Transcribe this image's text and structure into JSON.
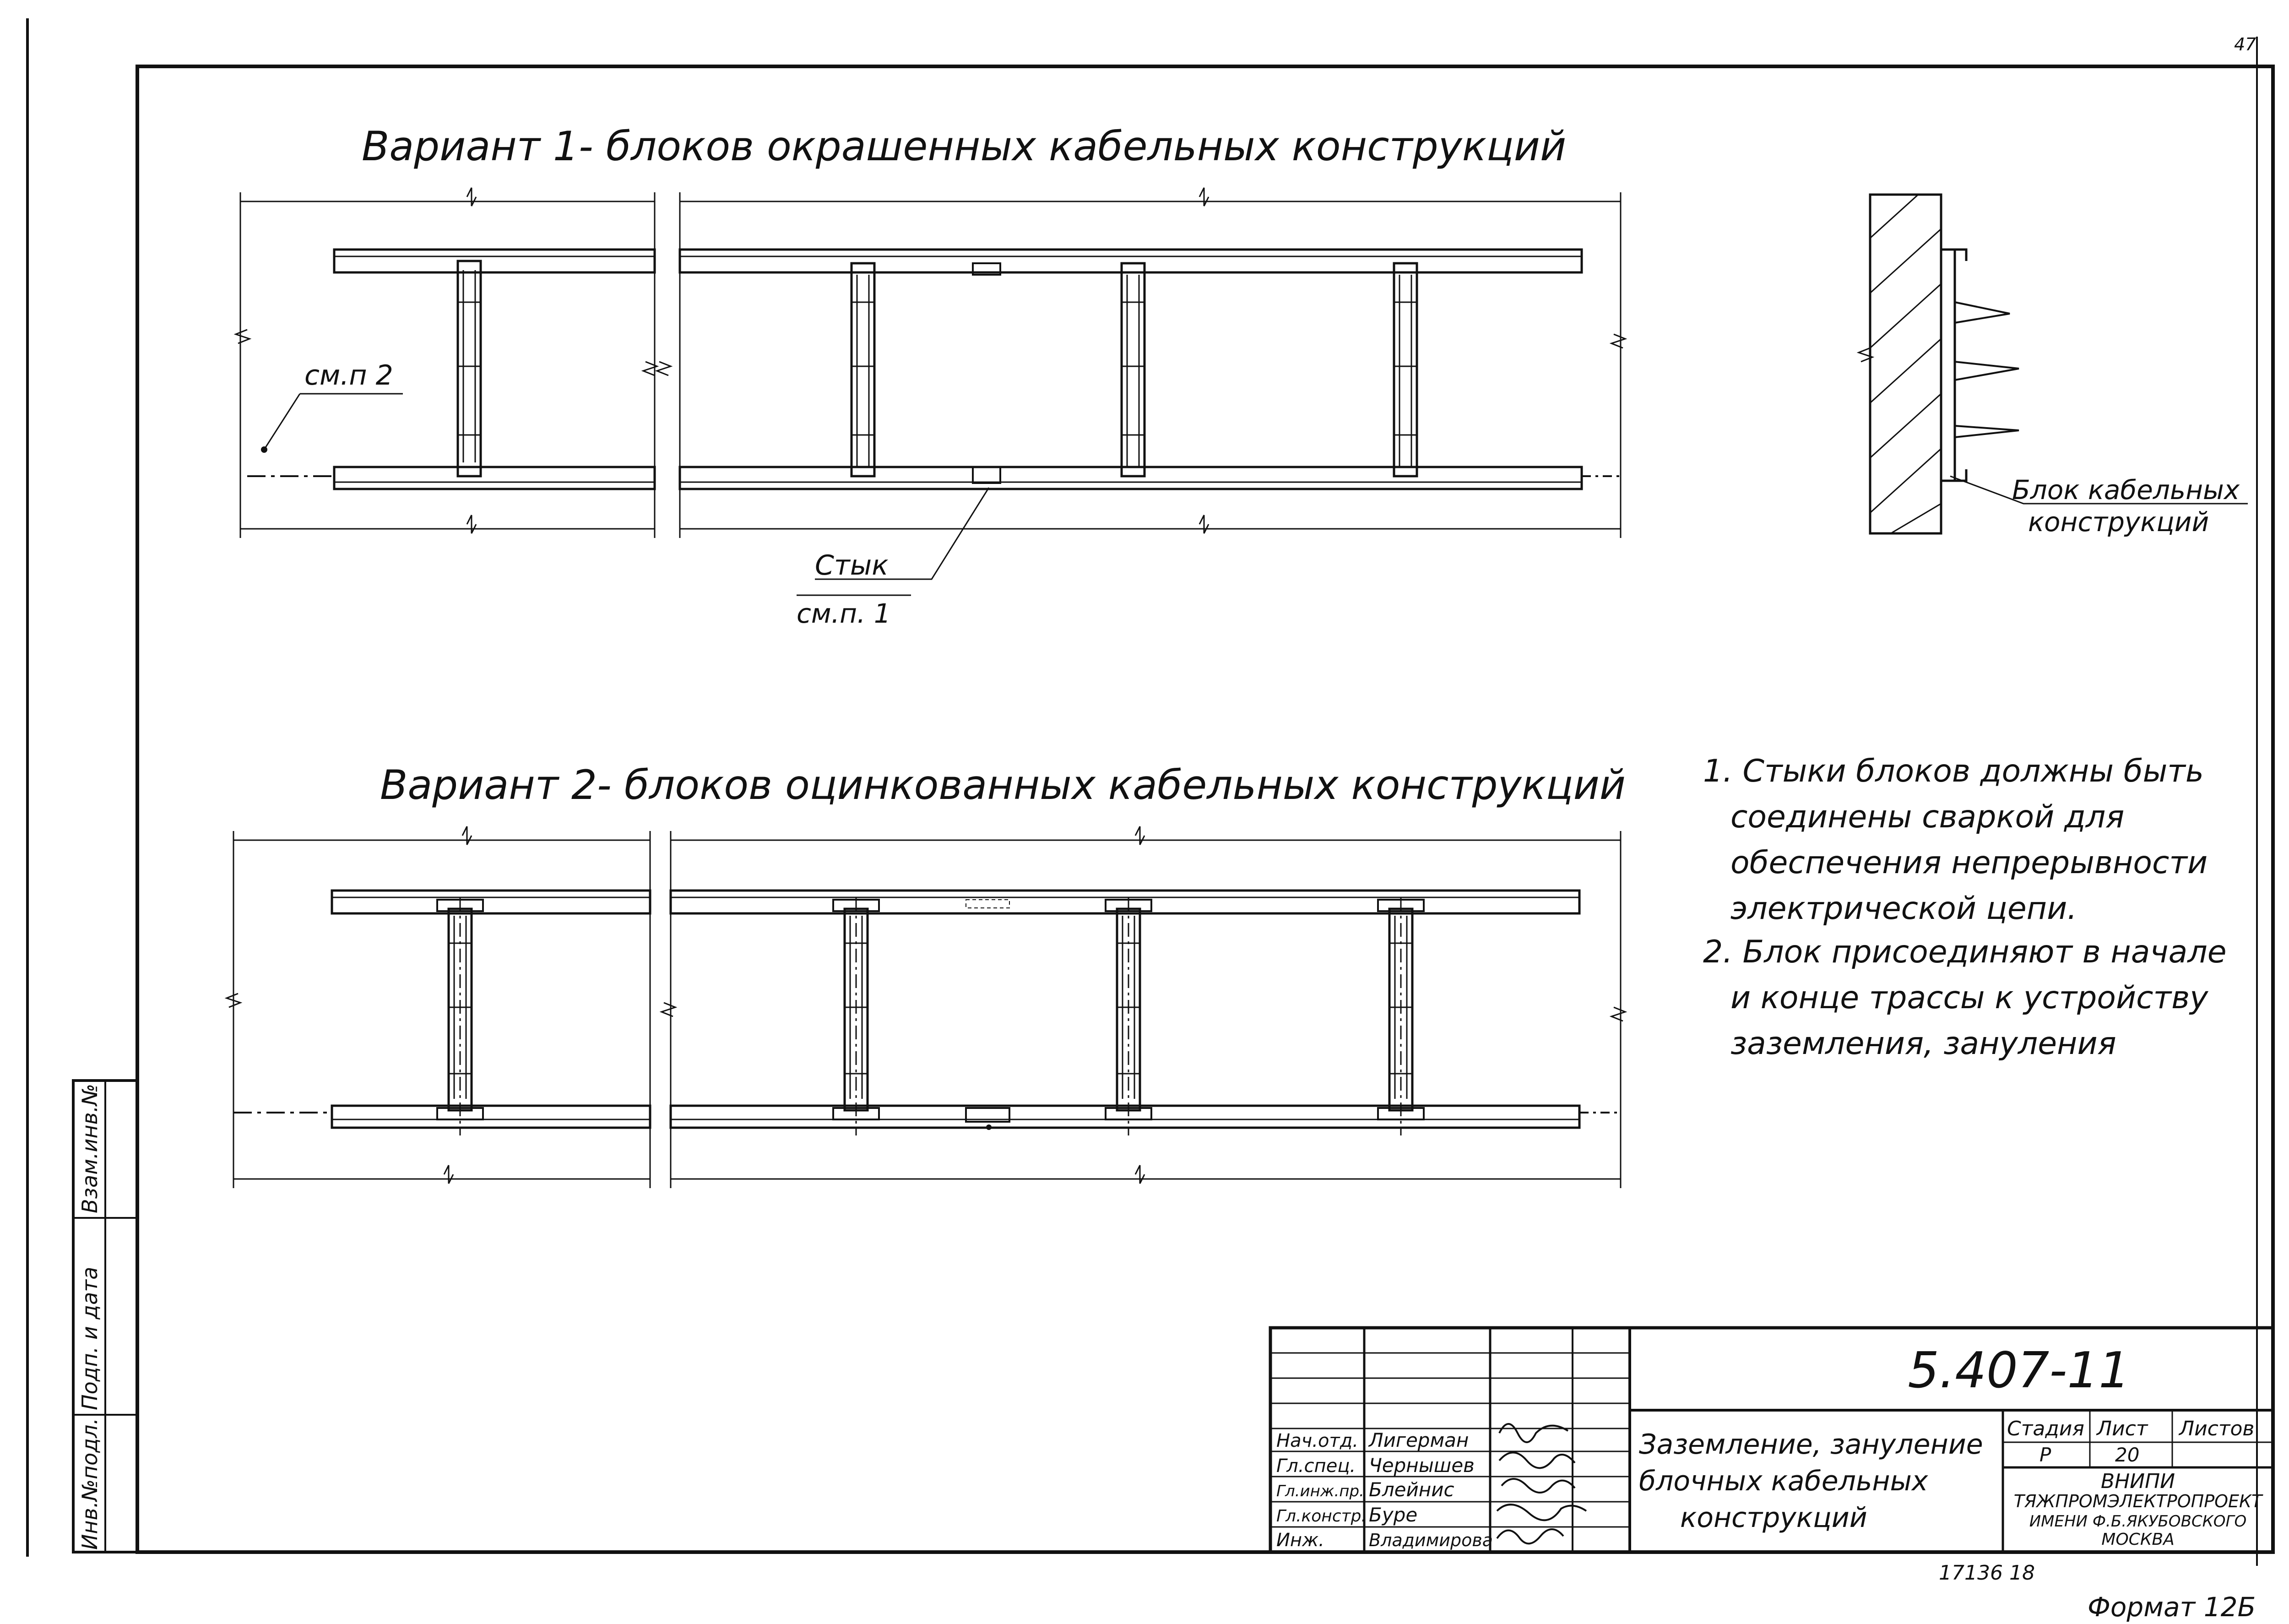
{
  "corner_mark": "47",
  "variant1": {
    "title": "Вариант 1- блоков окрашенных кабельных конструкций",
    "ref_label": "см.п 2",
    "joint_label": "Стык",
    "joint_ref": "см.п. 1"
  },
  "variant2": {
    "title": "Вариант 2- блоков оцинкованных кабельных конструкций"
  },
  "side_view": {
    "label_line1": "Блок кабельных",
    "label_line2": "конструкций"
  },
  "notes": [
    [
      "1. Стыки блоков должны быть",
      "соединены сваркой для",
      "обеспечения непрерывности",
      "электрической цепи."
    ],
    [
      "2. Блок присоединяют в начале",
      "и конце трассы к устройству",
      "заземления, зануления"
    ]
  ],
  "left_strip": [
    "Инв.№подл.",
    "Подп. и дата",
    "Взам.инв.№"
  ],
  "title_block": {
    "doc_code": "5.407-11",
    "roles": [
      "Нач.отд.",
      "Гл.спец.",
      "Гл.инж.пр.",
      "Гл.констр.",
      "Инж."
    ],
    "names": [
      "Лигерман",
      "Чернышев",
      "Блейнис",
      "Буре",
      "Владимирова"
    ],
    "title_lines": [
      "Заземление, зануление",
      "блочных кабельных",
      "конструкций"
    ],
    "stage_header": "Стадия",
    "sheet_header": "Лист",
    "sheets_header": "Листов",
    "stage": "Р",
    "sheet": "20",
    "org_lines": [
      "ВНИПИ",
      "ТЯЖПРОМЭЛЕКТРОПРОЕКТ",
      "ИМЕНИ Ф.Б.ЯКУБОВСКОГО",
      "МОСКВА"
    ]
  },
  "bottom_number": "17136 18",
  "format_label": "Формат 12Б"
}
